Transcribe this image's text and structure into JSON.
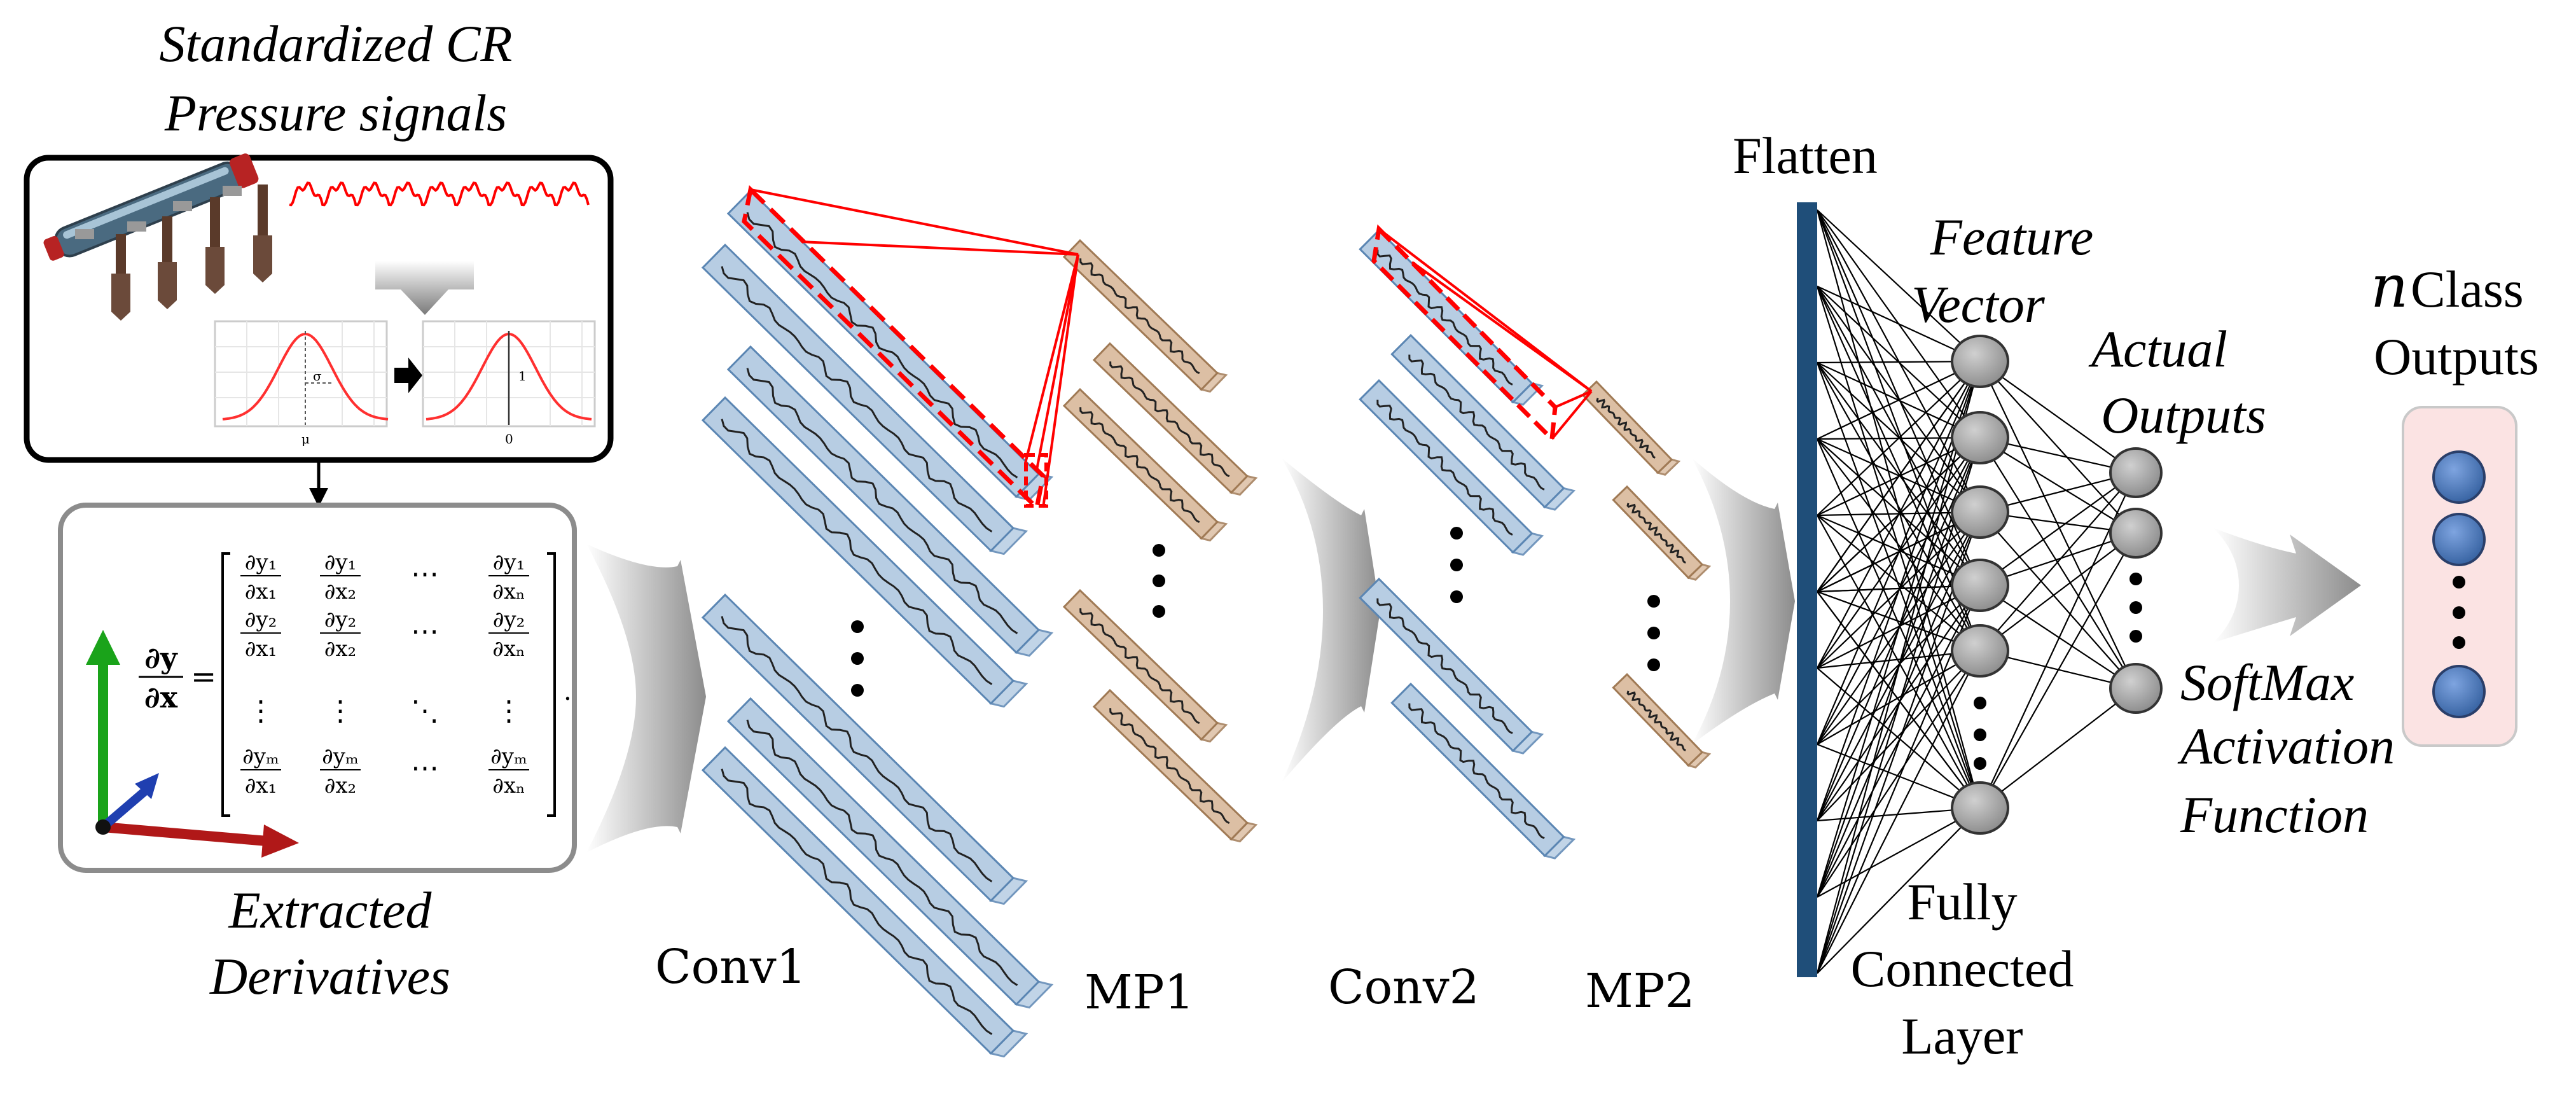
{
  "input": {
    "title_line1": "Standardized CR",
    "title_line2": "Pressure signals",
    "sigma_symbol": "σ",
    "mu_symbol": "μ",
    "zero_label": "0",
    "one_label": "1"
  },
  "derivatives": {
    "caption_line1": "Extracted",
    "caption_line2": "Derivatives",
    "lhs_numerator": "∂y",
    "lhs_denominator": "∂x",
    "equals": "=",
    "trailing": ".",
    "matrix": [
      [
        [
          "∂y₁",
          "∂x₁"
        ],
        [
          "∂y₁",
          "∂x₂"
        ],
        [
          "⋯",
          ""
        ],
        [
          "∂y₁",
          "∂xₙ"
        ]
      ],
      [
        [
          "∂y₂",
          "∂x₁"
        ],
        [
          "∂y₂",
          "∂x₂"
        ],
        [
          "⋯",
          ""
        ],
        [
          "∂y₂",
          "∂xₙ"
        ]
      ],
      [
        [
          "⋮",
          ""
        ],
        [
          "⋮",
          ""
        ],
        [
          "⋱",
          ""
        ],
        [
          "⋮",
          ""
        ]
      ],
      [
        [
          "∂yₘ",
          "∂x₁"
        ],
        [
          "∂yₘ",
          "∂x₂"
        ],
        [
          "⋯",
          ""
        ],
        [
          "∂yₘ",
          "∂xₙ"
        ]
      ]
    ]
  },
  "layers": {
    "conv1": "Conv1",
    "mp1": "MP1",
    "conv2": "Conv2",
    "mp2": "MP2",
    "flatten": "Flatten",
    "fc_line1": "Fully",
    "fc_line2": "Connected",
    "fc_line3": "Layer"
  },
  "network": {
    "feature_vector_line1": "Feature",
    "feature_vector_line2": "Vector",
    "actual_outputs_line1": "Actual",
    "actual_outputs_line2": "Outputs",
    "softmax_line1": "SoftMax",
    "softmax_line2": "Activation",
    "softmax_line3": "Function",
    "class_outputs_n": "n",
    "class_outputs_line1": "Class",
    "class_outputs_line2": "Outputs"
  },
  "colors": {
    "conv_fill": "#b7cde3",
    "conv_stroke": "#5b86b3",
    "pool_fill": "#dcbfa4",
    "pool_stroke": "#a07a55",
    "highlight": "#ff0000",
    "flatten_bar": "#1f4e79",
    "node_fill": "#9a9a9a",
    "output_node_fill": "#4a78c2",
    "output_box_fill": "#fbe3e3"
  }
}
